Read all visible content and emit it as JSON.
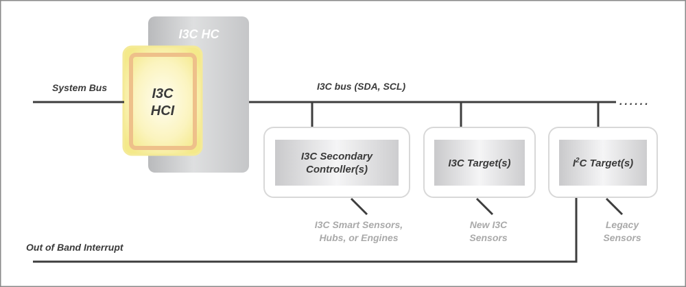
{
  "host": {
    "hc_label": "I3C HC",
    "hci_label_line1": "I3C",
    "hci_label_line2": "HCI"
  },
  "buses": {
    "system_bus_label": "System Bus",
    "i3c_bus_label": "I3C bus (SDA, SCL)",
    "oob_interrupt_label": "Out of Band Interrupt",
    "continuation": "......"
  },
  "devices": {
    "secondary_controller": {
      "line1": "I3C Secondary",
      "line2": "Controller(s)"
    },
    "i3c_target": {
      "label": "I3C Target(s)"
    },
    "i2c_target": {
      "prefix": "I",
      "superscript": "2",
      "suffix": "C Target(s)"
    }
  },
  "captions": {
    "smart_sensors_line1": "I3C Smart Sensors,",
    "smart_sensors_line2": "Hubs, or Engines",
    "new_sensors_line1": "New I3C",
    "new_sensors_line2": "Sensors",
    "legacy_sensors_line1": "Legacy",
    "legacy_sensors_line2": "Sensors"
  },
  "colors": {
    "line": "#3d3d3d",
    "hc_box": "#c9cacc",
    "hci_outer": "#f6f0a0",
    "hci_ring": "#f0c28a",
    "caption": "#a9a9a9",
    "frame": "#8a8a8a"
  }
}
